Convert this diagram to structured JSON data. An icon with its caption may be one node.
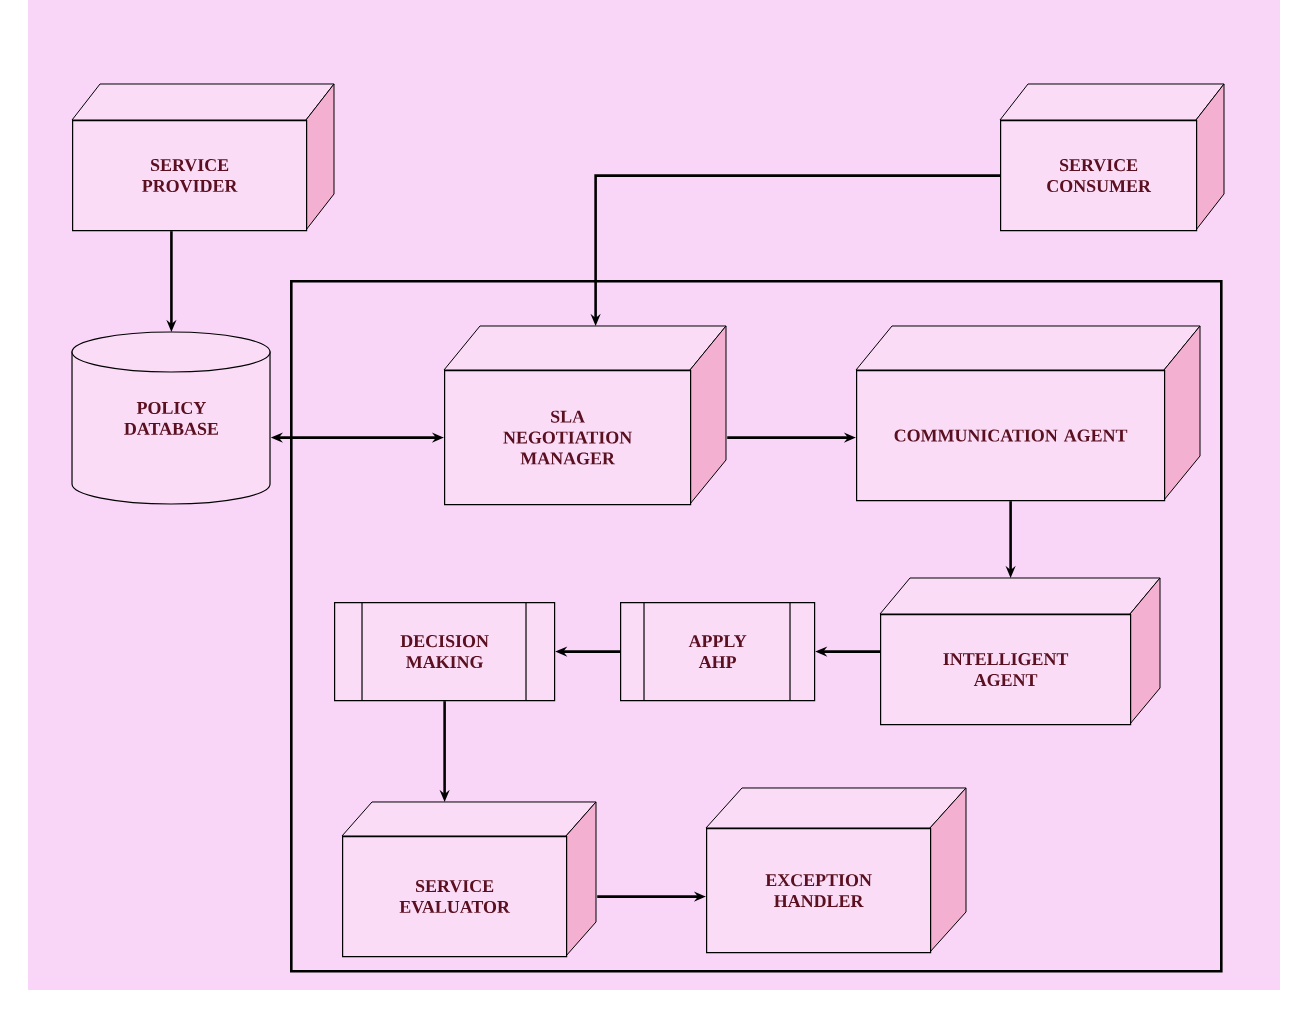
{
  "diagram": {
    "nodes": [
      {
        "text": [
          "SERVICE PROVIDER"
        ]
      },
      {
        "text": [
          "SERVICE CONSUMER"
        ]
      },
      {
        "text": [],
        "shape": "box"
      },
      {
        "text": [
          "POLICY DATABASE"
        ]
      },
      {
        "text": [
          "SLA NEGOTIATION MANAGER"
        ],
        "in": 2
      },
      {
        "text": [
          "COMMUNICATION AGENT"
        ],
        "in": 2
      },
      {
        "text": [
          "INTELLIGENT AGENT"
        ],
        "in": 2
      },
      {
        "text": [
          "APPLY AHP"
        ],
        "in": 2
      },
      {
        "text": [
          "DECISION MAKING"
        ],
        "in": 2
      },
      {
        "text": [
          "SERVICE EVALUATOR"
        ],
        "in": 2
      },
      {
        "text": [
          "EXCEPTION HANDLER"
        ],
        "in": 2
      }
    ],
    "edges": [
      {
        "from": 0,
        "to": 3,
        "arrow": "to"
      },
      {
        "from": 1,
        "to": 4,
        "arrow": "to"
      },
      {
        "from": 3,
        "to": 4,
        "arrow": "both"
      },
      {
        "from": 4,
        "to": 5,
        "arrow": "to"
      },
      {
        "from": 5,
        "to": 6,
        "arrow": "to"
      },
      {
        "from": 6,
        "to": 7,
        "arrow": "to"
      },
      {
        "from": 7,
        "to": 8,
        "arrow": "to"
      },
      {
        "from": 8,
        "to": 9,
        "arrow": "to"
      },
      {
        "from": 9,
        "to": 10,
        "arrow": "to"
      }
    ]
  }
}
